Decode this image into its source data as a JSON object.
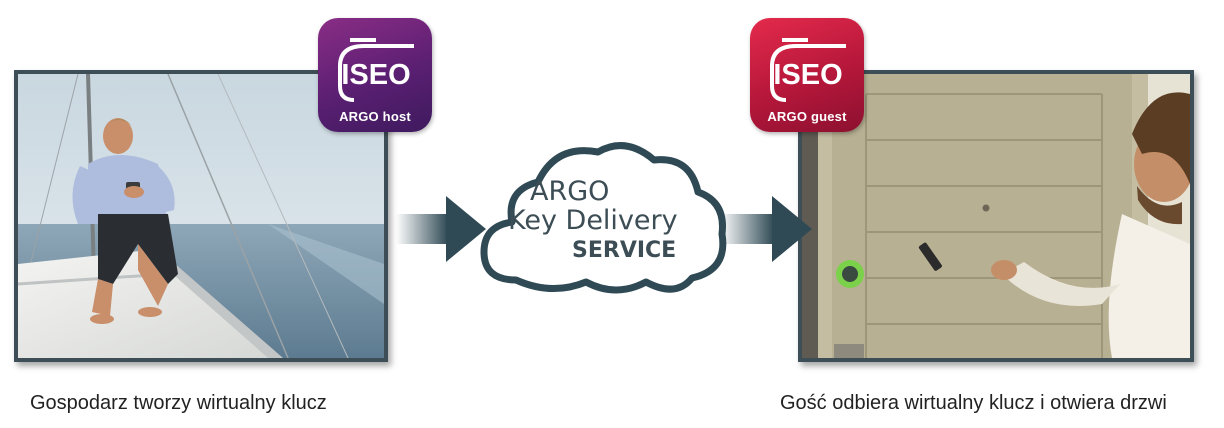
{
  "host_badge": {
    "logo_text": "ISEO",
    "label": "ARGO host",
    "color": "#6a2477"
  },
  "guest_badge": {
    "logo_text": "ISEO",
    "label": "ARGO guest",
    "color": "#c21e42"
  },
  "cloud": {
    "line1": "ARGO",
    "line2": "Key Delivery",
    "line3": "SERVICE"
  },
  "captions": {
    "host": "Gospodarz tworzy wirtualny klucz",
    "guest": "Gość odbiera wirtualny klucz i otwiera drzwi"
  },
  "colors": {
    "frame": "#3e4e56",
    "arrow": "#2f4a55",
    "cloud_text": "#3c4d55"
  }
}
